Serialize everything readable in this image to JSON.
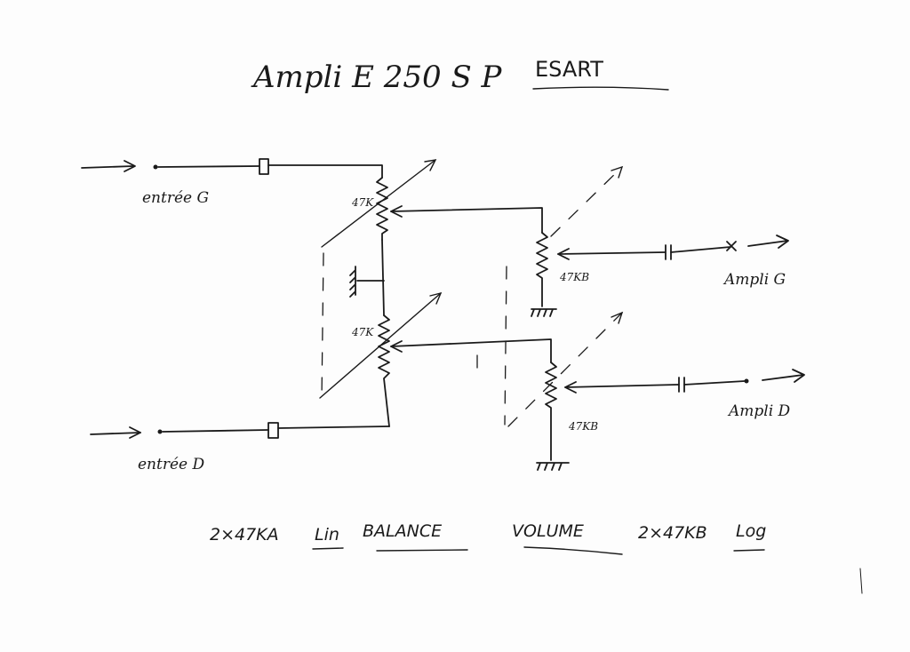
{
  "title": {
    "main": "Ampli E 250 S P",
    "brand": "ESART"
  },
  "inputs": {
    "left": "entrée G",
    "right": "entrée D"
  },
  "outputs": {
    "left": "Ampli G",
    "right": "Ampli D"
  },
  "components": {
    "balance_pot_top": "47K",
    "balance_pot_bottom": "47K",
    "volume_pot_top": "47KB",
    "volume_pot_bottom": "47KB"
  },
  "legend": {
    "balance_spec": "2×47KA",
    "balance_law": "Lin",
    "balance_name": "BALANCE",
    "volume_name": "VOLUME",
    "volume_spec": "2×47KB",
    "volume_law": "Log"
  }
}
